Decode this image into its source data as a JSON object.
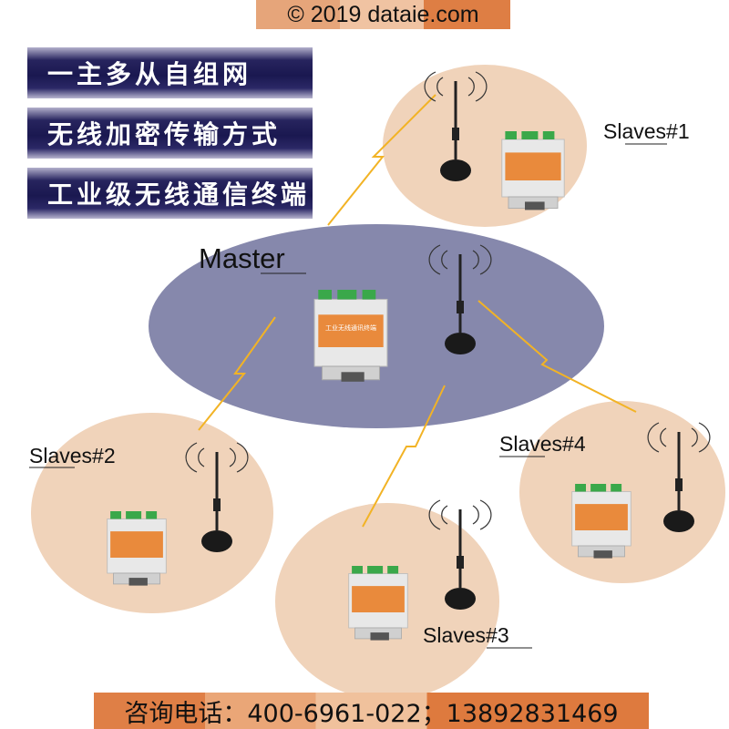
{
  "header": {
    "copyright": "© 2019 dataie.com"
  },
  "features": [
    "一主多从自组网",
    "无线加密传输方式",
    "工业级无线通信终端"
  ],
  "nodes": {
    "master": "Master",
    "slave1": "Slaves#1",
    "slave2": "Slaves#2",
    "slave3": "Slaves#3",
    "slave4": "Slaves#4"
  },
  "device_label": "工业无线通讯终端",
  "footer": {
    "contact": "咨询电话：400-6961-022；13892831469"
  },
  "colors": {
    "master_zone": "#8688ac",
    "slave_zone": "#f0d3ba",
    "link": "#f2b325",
    "device_orange": "#e98a3c"
  }
}
